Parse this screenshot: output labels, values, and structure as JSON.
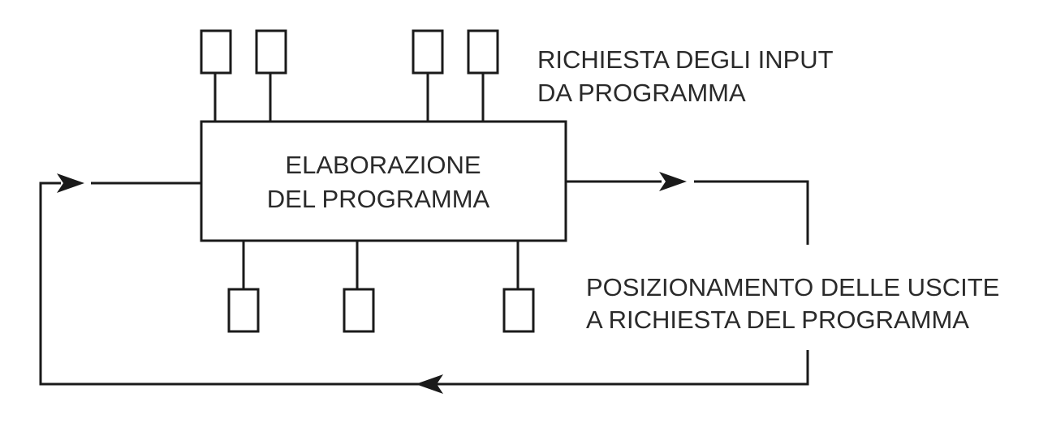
{
  "main_block": {
    "line1": "ELABORAZIONE",
    "line2": "DEL PROGRAMMA"
  },
  "inputs_label": {
    "line1": "RICHIESTA DEGLI INPUT",
    "line2": "DA PROGRAMMA"
  },
  "outputs_label": {
    "line1": "POSIZIONAMENTO DELLE USCITE",
    "line2": "A RICHIESTA DEL PROGRAMMA"
  },
  "colors": {
    "ink": "#1a1a1a",
    "background": "#ffffff"
  }
}
